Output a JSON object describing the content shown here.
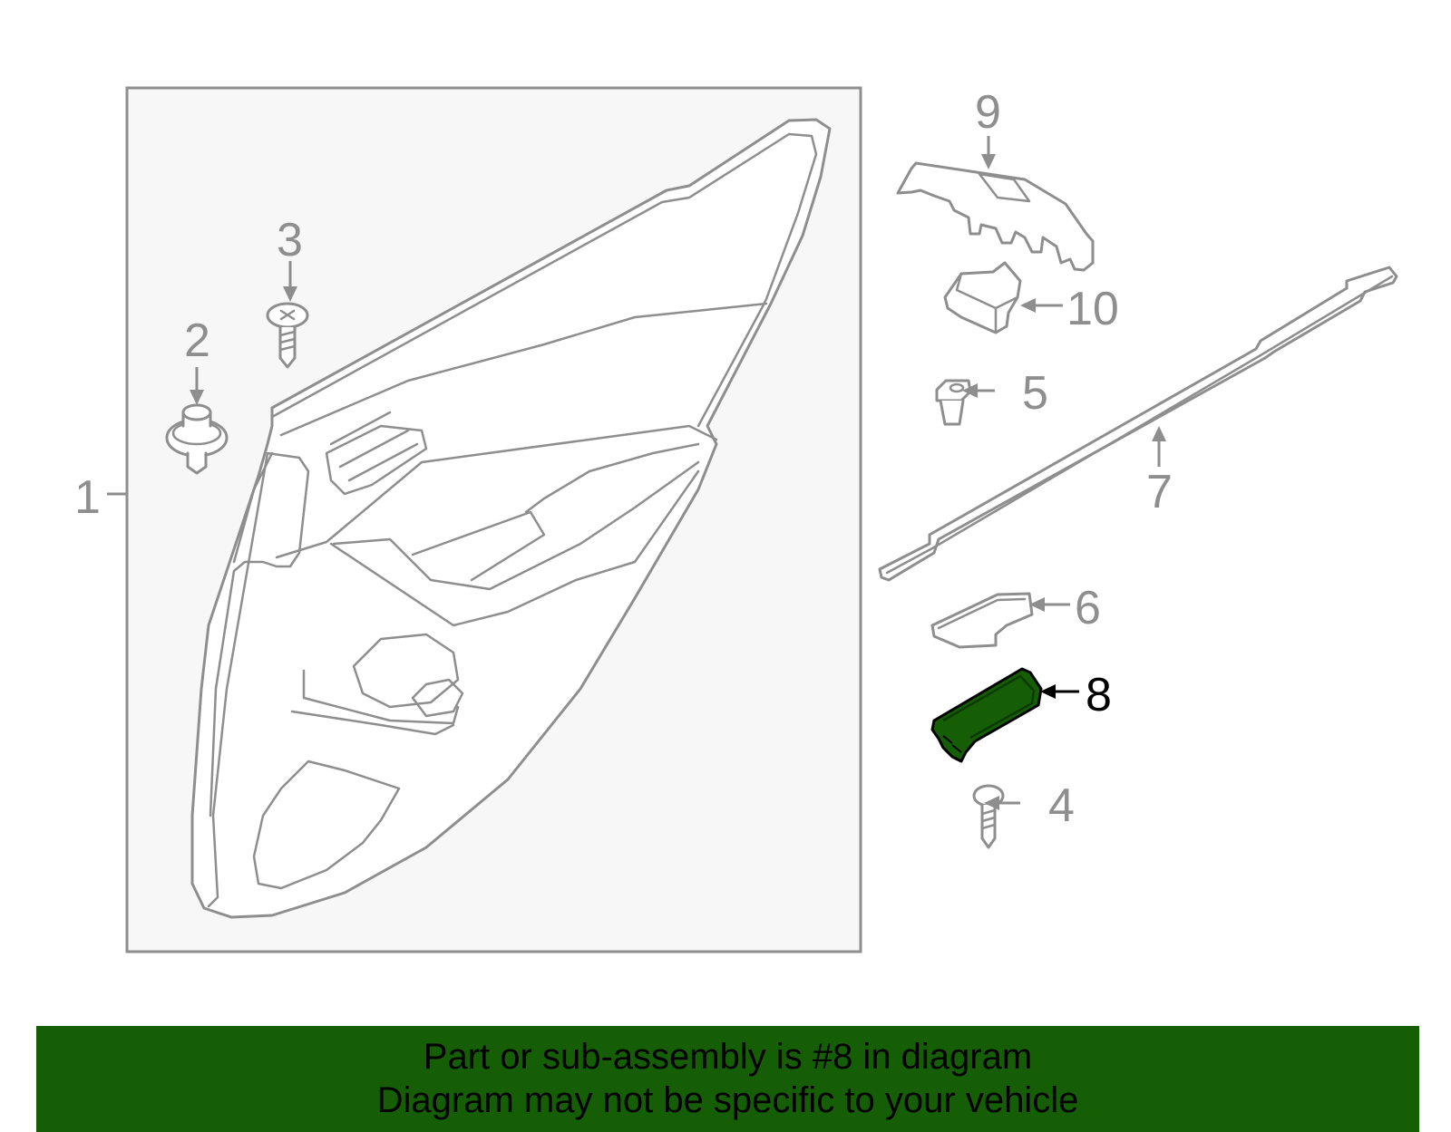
{
  "callouts": [
    {
      "id": "1",
      "label": "1"
    },
    {
      "id": "2",
      "label": "2"
    },
    {
      "id": "3",
      "label": "3"
    },
    {
      "id": "4",
      "label": "4"
    },
    {
      "id": "5",
      "label": "5"
    },
    {
      "id": "6",
      "label": "6"
    },
    {
      "id": "7",
      "label": "7"
    },
    {
      "id": "8",
      "label": "8",
      "highlighted": true
    },
    {
      "id": "9",
      "label": "9"
    },
    {
      "id": "10",
      "label": "10"
    }
  ],
  "banner": {
    "line1": "Part or sub-assembly is #8 in diagram",
    "line2": "Diagram may not be specific to your vehicle"
  },
  "colors": {
    "line_art": "#8e8e8e",
    "panel_background": "#f7f7f7",
    "highlight_part": "#155e05",
    "banner_background": "#155e05"
  }
}
